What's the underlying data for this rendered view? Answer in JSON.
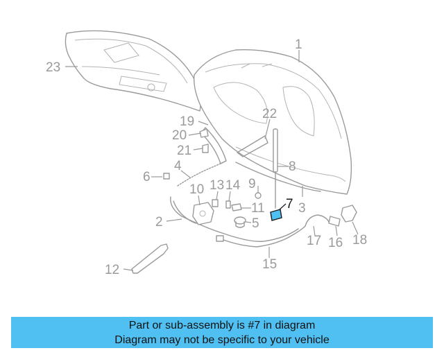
{
  "diagram": {
    "callouts": [
      "1",
      "2",
      "3",
      "4",
      "5",
      "6",
      "7",
      "8",
      "9",
      "10",
      "11",
      "12",
      "13",
      "14",
      "15",
      "16",
      "17",
      "18",
      "19",
      "20",
      "21",
      "22",
      "23"
    ],
    "highlighted": "7",
    "highlight_color": "#4fc0f1"
  },
  "banner": {
    "line1": "Part or sub-assembly is #7 in diagram",
    "line2": "Diagram may not be specific to your vehicle",
    "background": "#4fc0f1"
  }
}
